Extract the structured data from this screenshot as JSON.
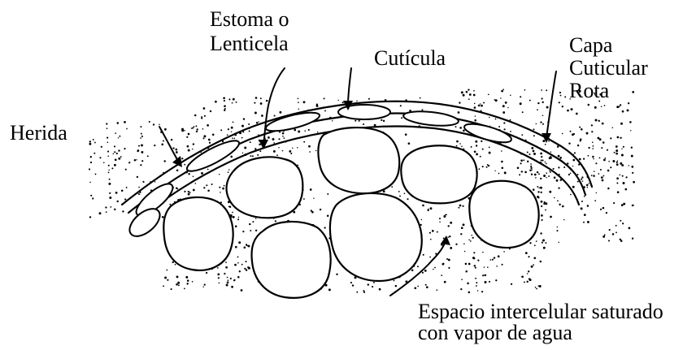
{
  "labels": {
    "estoma_line1": "Estoma o",
    "estoma_line2": "Lenticela",
    "cuticula": "Cutícula",
    "capa_line1": "Capa",
    "capa_line2": "Cuticular",
    "capa_line3": "Rota",
    "herida": "Herida",
    "espacio_line1": "Espacio intercelular saturado",
    "espacio_line2": "con vapor de agua"
  }
}
